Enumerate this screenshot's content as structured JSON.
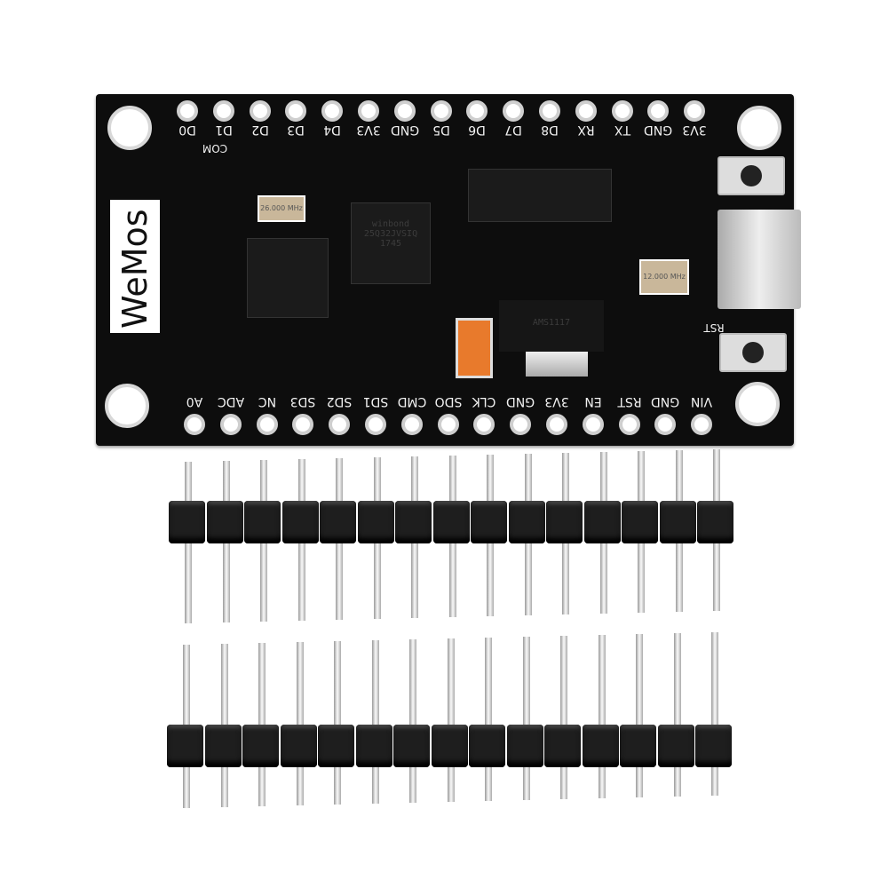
{
  "board": {
    "logo_text": "WeMos",
    "top_pin_labels": [
      "D0",
      "D1",
      "D2",
      "D3",
      "D4",
      "3V3",
      "GND",
      "D5",
      "D6",
      "D7",
      "D8",
      "RX",
      "TX",
      "GND",
      "3V3"
    ],
    "bottom_pin_labels": [
      "A0",
      "ADC",
      "NC",
      "SD3",
      "SD2",
      "SD1",
      "CMD",
      "SDO",
      "CLK",
      "GND",
      "3V3",
      "EN",
      "RST",
      "GND",
      "VIN"
    ],
    "silk_labels": {
      "com": "COM",
      "rst": "RST"
    },
    "flash_chip_text": [
      "winbond",
      "25Q32JVSIQ",
      "1745"
    ],
    "crystal_left_text": "26.000 MHz",
    "crystal_right_text": "12.000 MHz",
    "regulator_text": "AMS1117",
    "board_color": "#0d0d0d"
  },
  "headers": {
    "count": 2,
    "pins_per_header": 15
  }
}
